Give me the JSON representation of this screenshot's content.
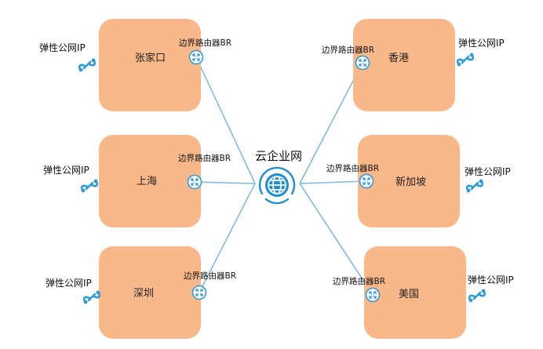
{
  "colors": {
    "region_fill": "#f8b889",
    "link_line": "#7fbbe3",
    "icon_blue": "#2f9ad8",
    "hub_blue": "#1c8fd6"
  },
  "hub": {
    "title": "云企业网",
    "icon": "globe-icon"
  },
  "router_label": "边界路由器BR",
  "eip_label": "弹性公网IP",
  "regions": [
    {
      "name": "张家口"
    },
    {
      "name": "上海"
    },
    {
      "name": "深圳"
    },
    {
      "name": "香港"
    },
    {
      "name": "新加坡"
    },
    {
      "name": "美国"
    }
  ]
}
